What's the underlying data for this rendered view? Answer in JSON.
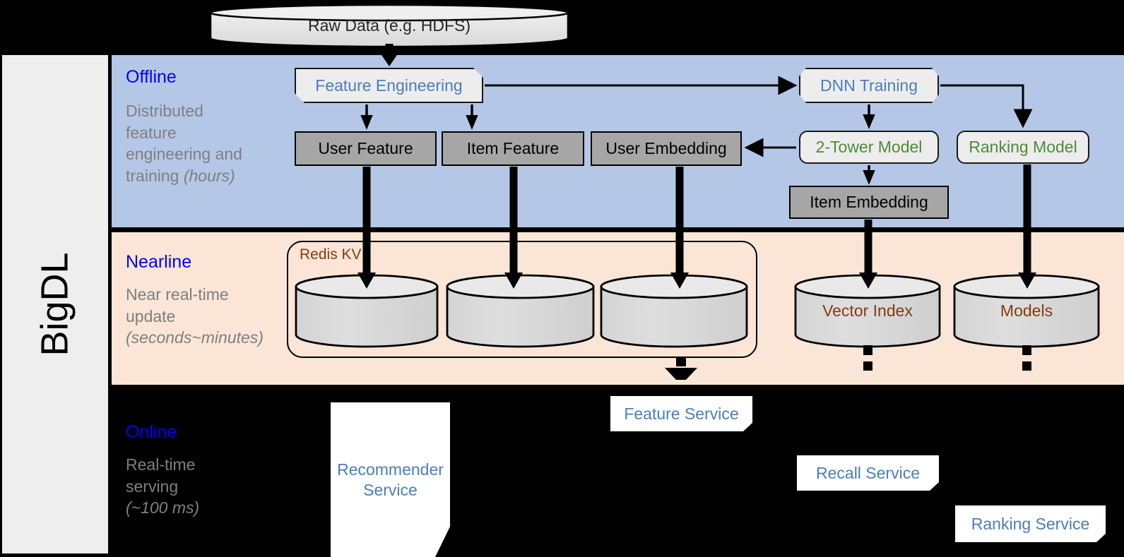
{
  "framework": {
    "name": "BigDL"
  },
  "source": {
    "label": "Raw Data (e.g. HDFS)"
  },
  "bands": {
    "offline": {
      "title": "Offline",
      "subtitle_lines": [
        "Distributed",
        "feature",
        "engineering and",
        "training "
      ],
      "subtitle_italic": "(hours)",
      "color": "#b4c7e7"
    },
    "nearline": {
      "title": "Nearline",
      "subtitle_lines": [
        "Near real-time",
        "update"
      ],
      "subtitle_italic": "(seconds~minutes)",
      "color": "#fbe5d6"
    },
    "online": {
      "title": "Online",
      "subtitle_lines": [
        "Real-time",
        "serving"
      ],
      "subtitle_italic": "(~100 ms)",
      "color": "#000000"
    }
  },
  "offline": {
    "feature_engineering": "Feature Engineering",
    "dnn_training": "DNN Training",
    "user_feature": "User Feature",
    "item_feature": "Item Feature",
    "user_embedding": "User Embedding",
    "item_embedding": "Item Embedding",
    "two_tower_model": "2-Tower Model",
    "ranking_model": "Ranking Model"
  },
  "nearline": {
    "redis_kv": "Redis KV",
    "store_user_feature": "",
    "store_item_feature": "",
    "store_user_embedding": "",
    "vector_index": "Vector Index",
    "models": "Models"
  },
  "online": {
    "recommender_service": "Recommender Service",
    "feature_service": "Feature Service",
    "recall_service": "Recall Service",
    "ranking_service": "Ranking Service"
  },
  "colors": {
    "offline_band": "#b4c7e7",
    "nearline_band": "#fbe5d6",
    "accent_blue": "#0000ff",
    "text_blue": "#4a7ebb",
    "text_green": "#4e8a35",
    "text_brown": "#843c0c",
    "grey_box": "#a6a6a6",
    "light_box": "#ededed",
    "caption_grey": "#7f7f7f"
  }
}
